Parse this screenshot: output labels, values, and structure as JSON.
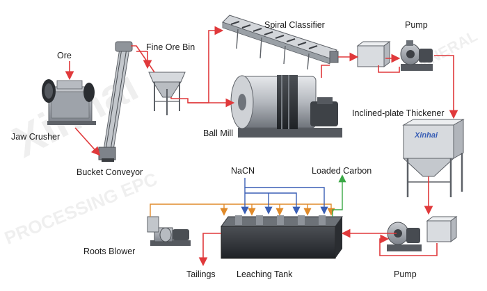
{
  "labels": {
    "ore": "Ore",
    "fine_ore_bin": "Fine Ore Bin",
    "spiral_classifier": "Spiral Classifier",
    "pump_top": "Pump",
    "jaw_crusher": "Jaw Crusher",
    "ball_mill": "Ball Mill",
    "inclined_plate_thickener": "Inclined-plate Thickener",
    "bucket_conveyor": "Bucket Conveyor",
    "nacn": "NaCN",
    "loaded_carbon": "Loaded Carbon",
    "roots_blower": "Roots Blower",
    "tailings": "Tailings",
    "leaching_tank": "Leaching Tank",
    "pump_bottom": "Pump"
  },
  "brand": {
    "thickener_logo": "Xinhai",
    "watermark_main": "Xinhai",
    "watermark_sub": "PROCESSING EPC",
    "watermark_right": "MINERAL"
  },
  "colors": {
    "ore_flow": "#e0393b",
    "air_flow": "#e08a2a",
    "nacn_flow": "#3a5fb5",
    "carbon_flow": "#3aa845",
    "equipment": "#8c9199"
  }
}
